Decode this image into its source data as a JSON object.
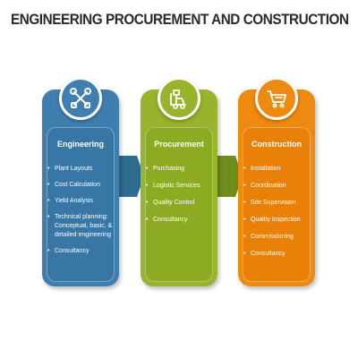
{
  "title": "ENGINEERING PROCUREMENT AND CONSTRUCTION",
  "colors": {
    "engineering": "#3f7fb0",
    "procurement": "#97b42c",
    "construction": "#ef8a10",
    "connector": "#2e6d8e"
  },
  "stages": [
    {
      "heading": "Engineering",
      "icon": "tools-icon",
      "items": [
        "Plant Layouts",
        "Cost Calculation",
        "Yield Analysis",
        "Technical planning: Conceptual, basic, & detailed engineering",
        "Consultancy"
      ]
    },
    {
      "heading": "Procurement",
      "icon": "forklift-icon",
      "items": [
        "Purchasing",
        "Logistic Services",
        "Quality Control",
        "Consultancy"
      ]
    },
    {
      "heading": "Construction",
      "icon": "cart-icon",
      "items": [
        "Installation",
        "Coordination",
        "Site Supervision",
        "Quality Inspection",
        "Commissioning",
        "Consultancy"
      ]
    }
  ]
}
